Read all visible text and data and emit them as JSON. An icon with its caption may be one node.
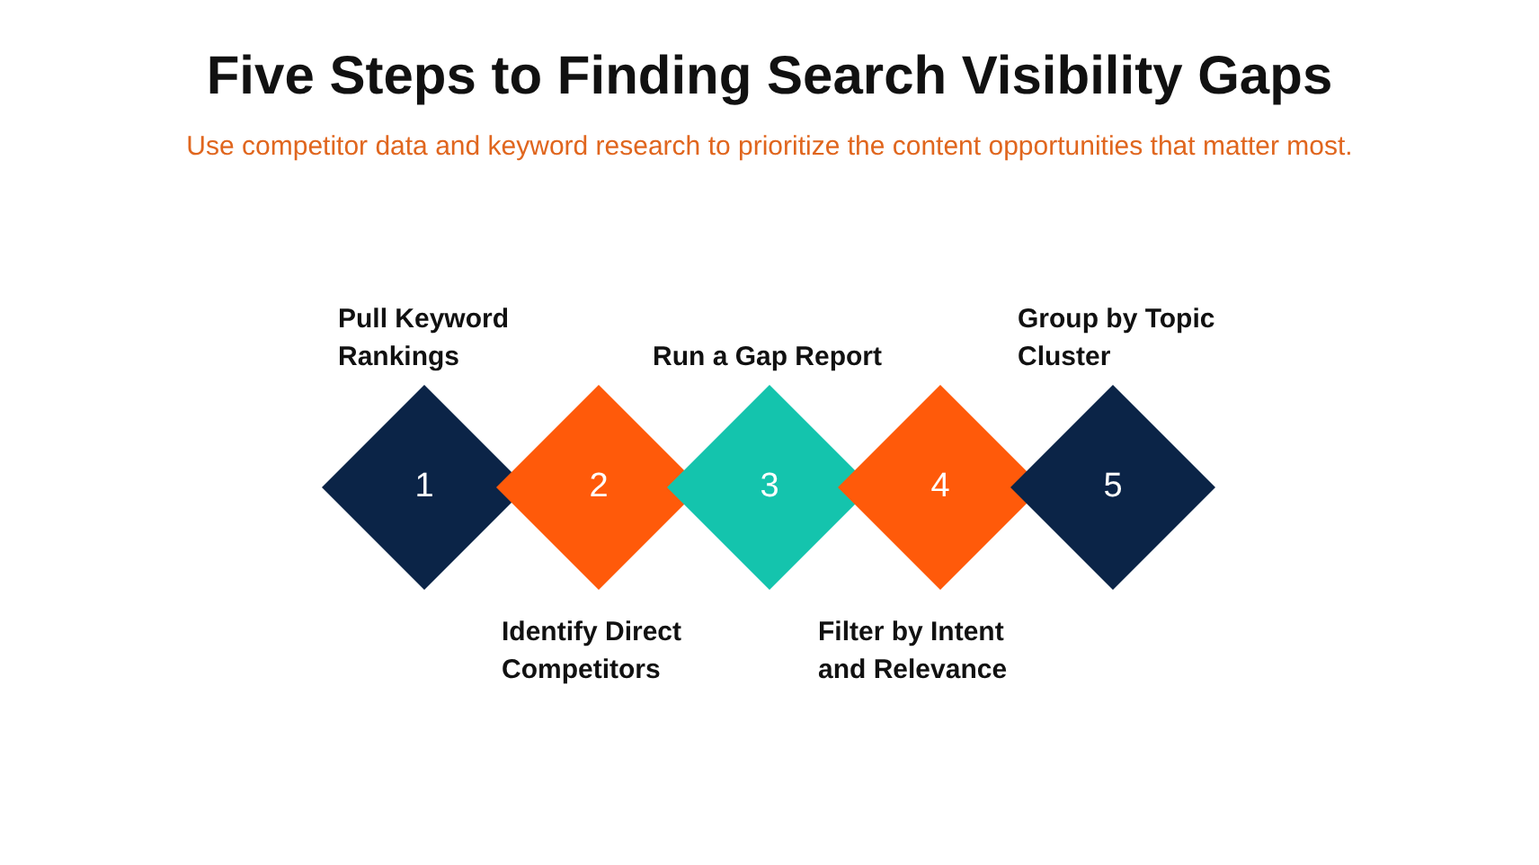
{
  "diagram": {
    "title": "Five Steps to Finding Search Visibility Gaps",
    "nodes": [
      {
        "text": [
          "1"
        ],
        "beside": [
          "Pull Keyword Rankings"
        ]
      },
      {
        "text": [
          "2"
        ],
        "beside": [
          "Identify Direct Competitors"
        ]
      },
      {
        "text": [
          "3"
        ],
        "beside": [
          "Run a Gap Report"
        ]
      },
      {
        "text": [
          "4"
        ],
        "beside": [
          "Filter by Intent and Relevance"
        ]
      },
      {
        "text": [
          "5"
        ],
        "beside": [
          "Group by Topic Cluster"
        ]
      }
    ],
    "edges": [],
    "labels": [
      "Use competitor data and keyword research to prioritize the content opportunities that matter most."
    ]
  }
}
